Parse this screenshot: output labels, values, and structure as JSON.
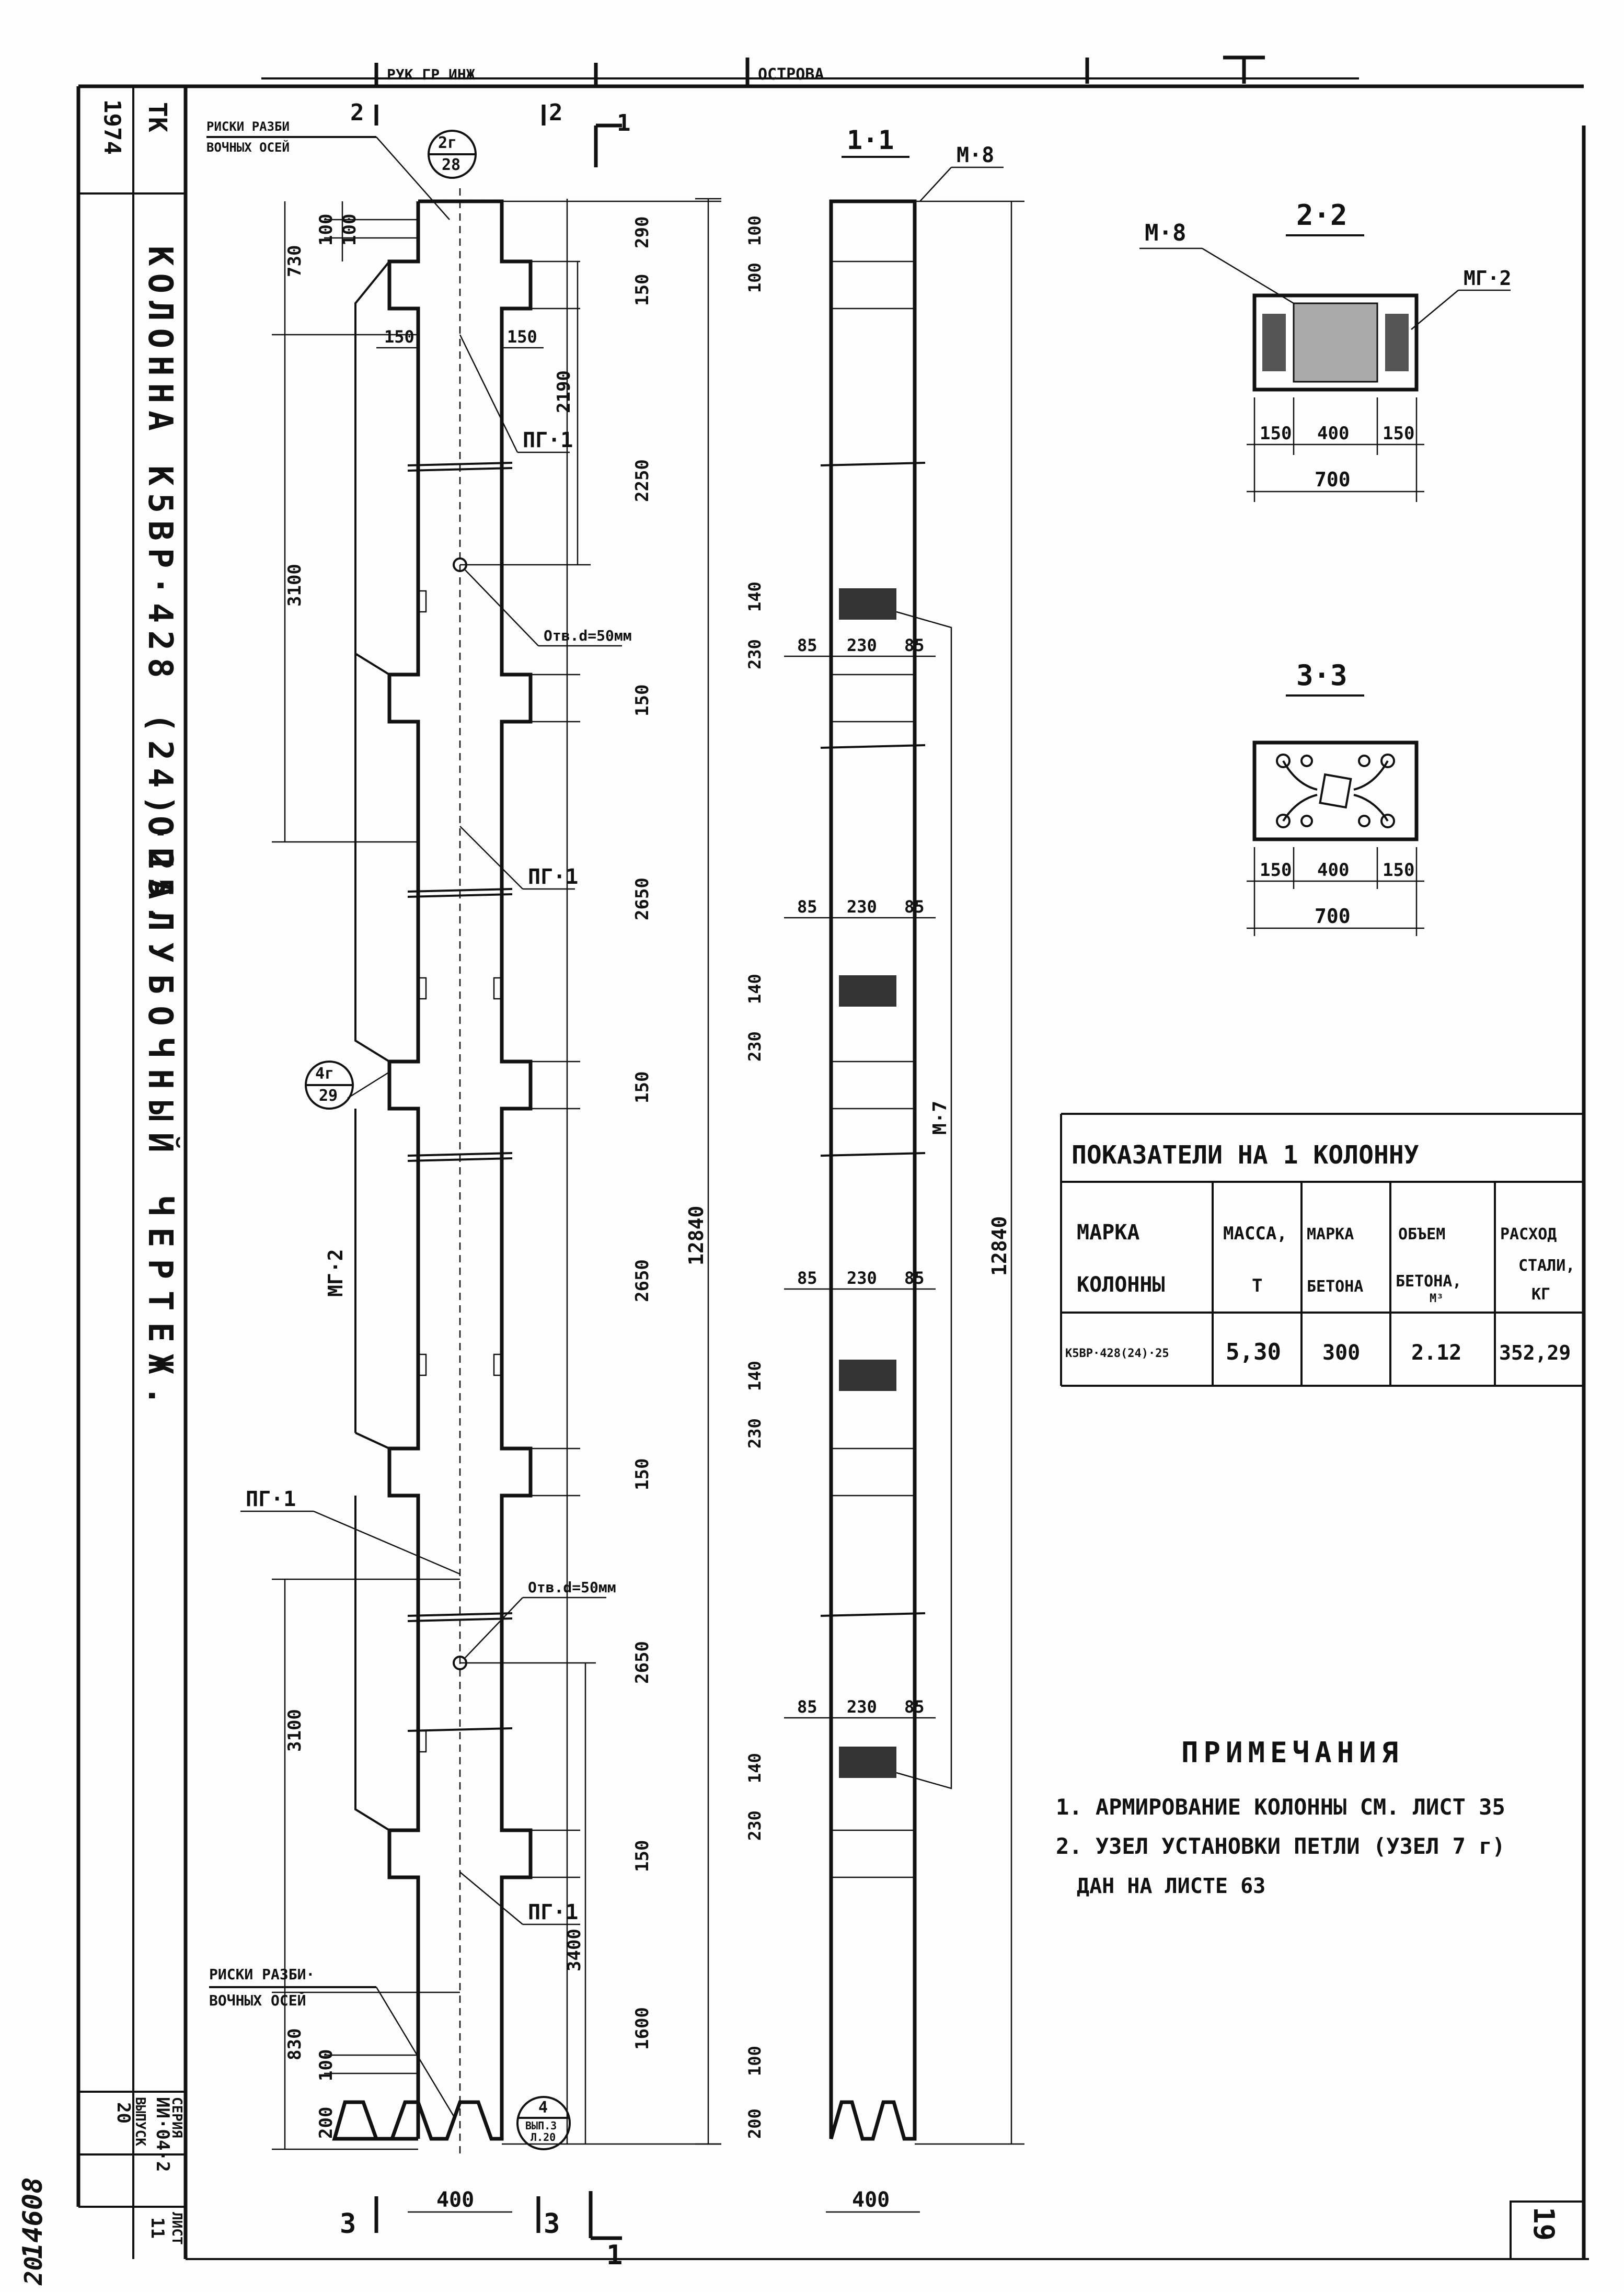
{
  "title_block": {
    "year": "1974",
    "org": "ТК",
    "title": "КОЛОННА К5ВР·428 (24)·25.",
    "subtitle": "ОПАЛУБОЧНЫЙ ЧЕРТЕЖ.",
    "series_label": "СЕРИЯ",
    "series": "ИИ·04·2",
    "issue_label": "ВЫПУСК",
    "issue": "20",
    "sheet_label": "ЛИСТ",
    "sheet": "11",
    "archive_number": "14608",
    "archive_suffix": "20",
    "page_number": "19"
  },
  "top_stamp": {
    "left": "РУК ГР ИНЖ",
    "right": "ОСТРОВА"
  },
  "elevation": {
    "axis_mark_label_top": "РИСКИ РАЗБИ",
    "axis_mark_label_bottom": "ВОЧНЫХ ОСЕЙ",
    "axis_mark2_top": "РИСКИ РАЗБИ·",
    "axis_mark2_bottom": "ВОЧНЫХ ОСЕЙ",
    "cut2": "2",
    "cut1": "1",
    "cut3": "3",
    "node_top": {
      "num": "2г",
      "sheet": "28"
    },
    "node_mid": {
      "num": "4г",
      "sheet": "29"
    },
    "node_bottom": {
      "num": "4",
      "sheet": "ВЫП.3",
      "extra": "Л.20"
    },
    "labels": {
      "pg1": "ПГ·1",
      "mg2": "МГ·2",
      "hole": "Отв.d=50мм"
    },
    "left_dims": [
      "730",
      "100",
      "100",
      "3100",
      "3100",
      "830",
      "100",
      "200"
    ],
    "right_dims": [
      "290",
      "150",
      "2190",
      "2250",
      "150",
      "2650",
      "150",
      "2650",
      "150",
      "2650",
      "150",
      "3400",
      "1600"
    ],
    "consoles": [
      "150",
      "150"
    ],
    "total": "12840",
    "width": "400"
  },
  "section_11": {
    "title": "1·1",
    "m8": "М·8",
    "m7": "М·7",
    "dims": [
      "100",
      "100",
      "140",
      "230",
      "85",
      "230",
      "85",
      "100",
      "200"
    ],
    "total": "12840",
    "width": "400"
  },
  "section_22": {
    "title": "2·2",
    "m8": "М·8",
    "mg2": "МГ·2",
    "dims": [
      "150",
      "400",
      "150"
    ],
    "total": "700"
  },
  "section_33": {
    "title": "3·3",
    "dims": [
      "150",
      "400",
      "150"
    ],
    "total": "700"
  },
  "indicators": {
    "title": "ПОКАЗАТЕЛИ НА 1 КОЛОННУ",
    "headers": [
      [
        "МАРКА",
        "КОЛОННЫ"
      ],
      [
        "МАССА,",
        "Т"
      ],
      [
        "МАРКА",
        "БЕТОНА"
      ],
      [
        "ОБЪЕМ",
        "БЕТОНА,",
        "М³"
      ],
      [
        "РАСХОД",
        "СТАЛИ,",
        "КГ"
      ]
    ],
    "row": [
      "К5ВР·428(24)·25",
      "5,30",
      "300",
      "2.12",
      "352,29"
    ]
  },
  "notes": {
    "title": "ПРИМЕЧАНИЯ",
    "items": [
      "1. АРМИРОВАНИЕ КОЛОННЫ СМ. ЛИСТ 35",
      "2. УЗЕЛ УСТАНОВКИ ПЕТЛИ (УЗЕЛ 7 г)",
      "ДАН НА ЛИСТЕ 63"
    ]
  }
}
